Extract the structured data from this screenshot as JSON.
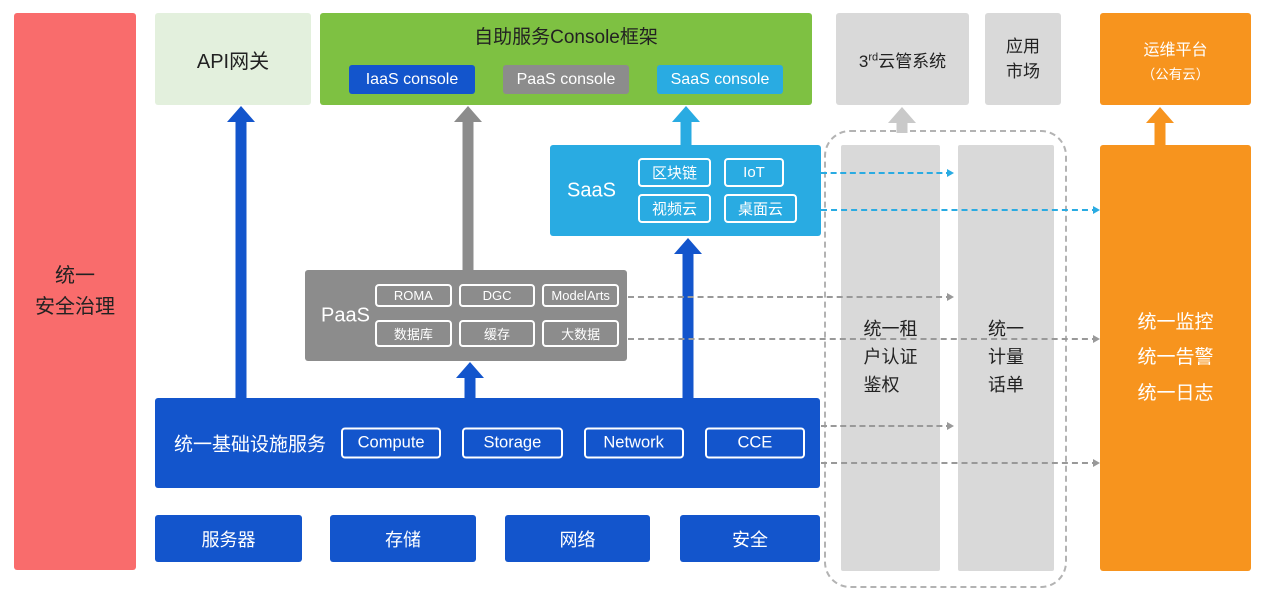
{
  "colors": {
    "security_red": "#F96C6C",
    "api_light_green": "#E3F0DD",
    "console_green": "#7EC142",
    "iaas_blue": "#1355CC",
    "paas_gray": "#8C8C8C",
    "saas_cyan": "#29ABE2",
    "neutral_gray": "#D9D9D9",
    "om_orange": "#F7941E",
    "arrow_light_gray": "#C9C9C9",
    "dash_gray": "#999999"
  },
  "security": {
    "label": "统一\n安全治理"
  },
  "api_gateway": {
    "label": "API网关"
  },
  "console": {
    "title": "自助服务Console框架",
    "items": [
      {
        "label": "IaaS console",
        "bg": "#1355CC"
      },
      {
        "label": "PaaS console",
        "bg": "#8C8C8C"
      },
      {
        "label": "SaaS console",
        "bg": "#29ABE2"
      }
    ]
  },
  "third_party_cloud": {
    "prefix": "3",
    "sup": "rd",
    "suffix": "云管系统"
  },
  "app_market": {
    "label": "应用\n市场"
  },
  "om_platform": {
    "line1": "运维平台",
    "line2": "（公有云）"
  },
  "saas": {
    "label": "SaaS",
    "items": [
      "区块链",
      "IoT",
      "视频云",
      "桌面云"
    ]
  },
  "paas": {
    "label": "PaaS",
    "items": [
      "ROMA",
      "DGC",
      "ModelArts",
      "数据库",
      "缓存",
      "大数据"
    ]
  },
  "infrastructure": {
    "label": "统一基础设施服务",
    "items": [
      "Compute",
      "Storage",
      "Network",
      "CCE"
    ]
  },
  "hardware": {
    "items": [
      "服务器",
      "存储",
      "网络",
      "安全"
    ]
  },
  "auth_bar": {
    "label": "统一租\n户认证\n鉴权"
  },
  "billing_bar": {
    "label": "统一\n计量\n话单"
  },
  "monitoring": {
    "label": "统一监控\n统一告警\n统一日志"
  }
}
